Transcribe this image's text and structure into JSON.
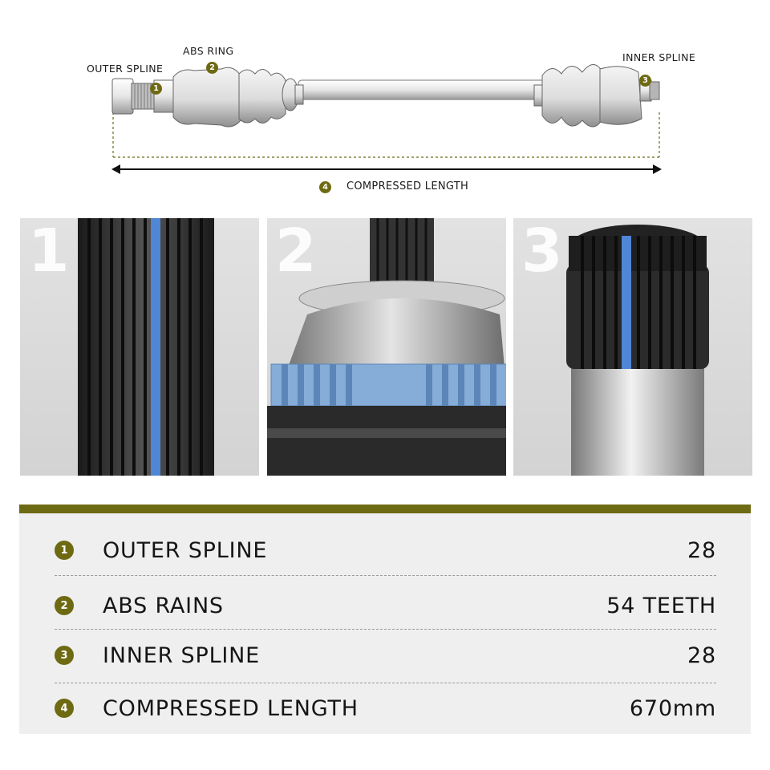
{
  "diagram": {
    "labels": {
      "outer_spline": "OUTER SPLINE",
      "abs_ring": "ABS RING",
      "inner_spline": "INNER SPLINE",
      "compressed_length": "COMPRESSED LENGTH"
    },
    "badges": {
      "one": "1",
      "two": "2",
      "three": "3",
      "four": "4"
    }
  },
  "panels": [
    {
      "number": "1",
      "subject": "outer-spline-closeup"
    },
    {
      "number": "2",
      "subject": "abs-ring-closeup"
    },
    {
      "number": "3",
      "subject": "inner-spline-closeup"
    }
  ],
  "spec": {
    "rows": [
      {
        "badge": "1",
        "label": "OUTER SPLINE",
        "value": "28"
      },
      {
        "badge": "2",
        "label": "ABS RAINS",
        "value": "54 TEETH"
      },
      {
        "badge": "3",
        "label": "INNER SPLINE",
        "value": "28"
      },
      {
        "badge": "4",
        "label": "COMPRESSED LENGTH",
        "value": "670mm"
      }
    ]
  },
  "colors": {
    "accent_olive": "#6d6a14",
    "spec_background": "#efefef",
    "panel_background": "#d8d8d8",
    "spline_blue": "#4f86d6"
  }
}
